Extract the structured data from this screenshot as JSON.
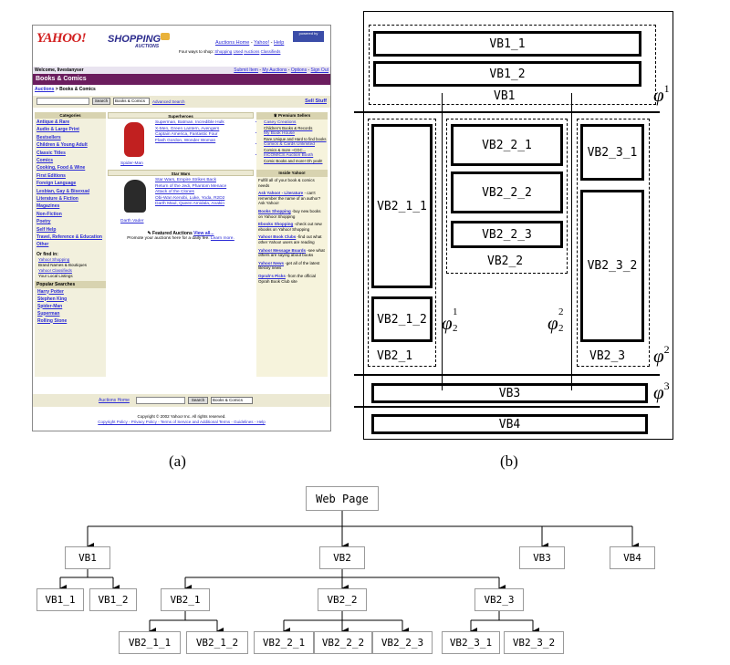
{
  "screenshot": {
    "logo_yahoo": "YAHOO!",
    "logo_shopping": "SHOPPING",
    "logo_auctions": "AUCTIONS",
    "badge": "powered by",
    "top_links": [
      "Auctions Home",
      "Yahoo!",
      "Help"
    ],
    "ways_label": "Four ways to shop:",
    "ways": [
      "Shopping",
      "Used",
      "Auctions",
      "Classifieds"
    ],
    "welcome": "Welcome, livestanyser",
    "account_links": [
      "Submit Item",
      "My Auctions",
      "Options",
      "Sign Out"
    ],
    "section_title": "Books & Comics",
    "breadcrumb_root": "Auctions",
    "breadcrumb_current": "Books & Comics",
    "search_button": "Search",
    "search_category": "Books & Comics",
    "advanced_search": "Advanced Search",
    "sell_stuff": "Sell Stuff",
    "categories_header": "Categories",
    "categories": [
      "Antique & Rare",
      "Audio & Large Print",
      "Bestsellers",
      "Children & Young Adult",
      "Classic Titles",
      "Comics",
      "Cooking, Food & Wine",
      "First Editions",
      "Foreign Language",
      "Lesbian, Gay & Bisexual",
      "Literature & Fiction",
      "Magazines",
      "Non-Fiction",
      "Poetry",
      "Self Help",
      "Travel, Reference & Education",
      "Other"
    ],
    "find_in_label": "Or find in:",
    "find_in": [
      {
        "name": "Yahoo! Shopping",
        "desc": "Brand Names & Boutiques"
      },
      {
        "name": "Yahoo! Classifieds",
        "desc": "Your Local Listings"
      }
    ],
    "popular_header": "Popular Searches",
    "popular": [
      "Harry Potter",
      "Stephen King",
      "Spider-Man",
      "Superman",
      "Rolling Stone"
    ],
    "superheroes_header": "Superheroes",
    "superheroes_items": [
      "Superman, Batman, Incredible Hulk",
      "X-Men, Green Lantern, Avengers",
      "Captain America, Fantastic Four",
      "Flash Gordon, Wonder Woman"
    ],
    "superheroes_caption": "Spider-Man",
    "starwars_header": "Star Wars",
    "starwars_items": [
      "Star Wars, Empire Strikes Back",
      "Return of the Jedi, Phantom Menace",
      "Attack of the Clones",
      "Obi-Wan Kenobi, Luke, Yoda, R2D2",
      "Darth Maul, Queen Amidala, Anakin"
    ],
    "starwars_caption": "Darth Vader",
    "featured_title": "Featured Auctions",
    "featured_link": "View all...",
    "featured_text": "Promote your auctions here for a daily fee.",
    "featured_more": "Learn more.",
    "premium_header": "Premium Sellers",
    "premium": [
      {
        "name": "Casey Creations",
        "desc": "Children's Books & Records"
      },
      {
        "name": "My Book House",
        "desc": "Rare,Unique and Hard to find books"
      },
      {
        "name": "Comics & Cards Unlimited",
        "desc": "Comics & more ~CGC..."
      },
      {
        "name": "InCOMICS Auction Booth",
        "desc": "Comic Books and more! Oh yeah!"
      }
    ],
    "inside_header": "Inside Yahoo!",
    "inside_intro": "Fulfill all of your book & comics needs",
    "inside": [
      {
        "name": "Ask Yahoo! - Literature",
        "desc": "- can't remember the name of an author? Ask Yahoo!"
      },
      {
        "name": "Books Shopping",
        "desc": "-buy new books on Yahoo! Shopping"
      },
      {
        "name": "Ebooks Shopping",
        "desc": "-check out new ebooks on Yahoo! Shopping"
      },
      {
        "name": "Yahoo! Book Clubs",
        "desc": "-find out what other Yahoo! users are reading"
      },
      {
        "name": "Yahoo! Message Boards",
        "desc": "-see what others are saying about books"
      },
      {
        "name": "Yahoo! News",
        "desc": "-get all of the latest literary news"
      },
      {
        "name": "Oprah's Picks",
        "desc": "-from the official Oprah Book Club site"
      }
    ],
    "bottom_home": "Auctions Home",
    "bottom_search": "Search",
    "bottom_category": "Books & Comics",
    "copyright": "Copyright © 2002 Yahoo! Inc. All rights reserved.",
    "footer_links": "Copyright Policy - Privacy Policy - Terms of Service and Additional Terms - Guidelines - Help"
  },
  "label_a": "(a)",
  "label_b": "(b)",
  "blocks": {
    "vb1": "VB1",
    "vb1_1": "VB1_1",
    "vb1_2": "VB1_2",
    "vb2_1": "VB2_1",
    "vb2_1_1": "VB2_1_1",
    "vb2_1_2": "VB2_1_2",
    "vb2_2": "VB2_2",
    "vb2_2_1": "VB2_2_1",
    "vb2_2_2": "VB2_2_2",
    "vb2_2_3": "VB2_2_3",
    "vb2_3": "VB2_3",
    "vb2_3_1": "VB2_3_1",
    "vb2_3_2": "VB2_3_2",
    "vb3": "VB3",
    "vb4": "VB4",
    "phi": "φ",
    "phi1_sup": "1",
    "phi2_sup": "2",
    "phi3_sup": "3",
    "phi21_sup": "1",
    "phi21_sub": "2",
    "phi22_sup": "2",
    "phi22_sub": "2"
  },
  "tree": {
    "root": "Web Page",
    "vb1": "VB1",
    "vb2": "VB2",
    "vb3": "VB3",
    "vb4": "VB4",
    "vb1_1": "VB1_1",
    "vb1_2": "VB1_2",
    "vb2_1": "VB2_1",
    "vb2_2": "VB2_2",
    "vb2_3": "VB2_3",
    "vb2_1_1": "VB2_1_1",
    "vb2_1_2": "VB2_1_2",
    "vb2_2_1": "VB2_2_1",
    "vb2_2_2": "VB2_2_2",
    "vb2_2_3": "VB2_2_3",
    "vb2_3_1": "VB2_3_1",
    "vb2_3_2": "VB2_3_2"
  }
}
